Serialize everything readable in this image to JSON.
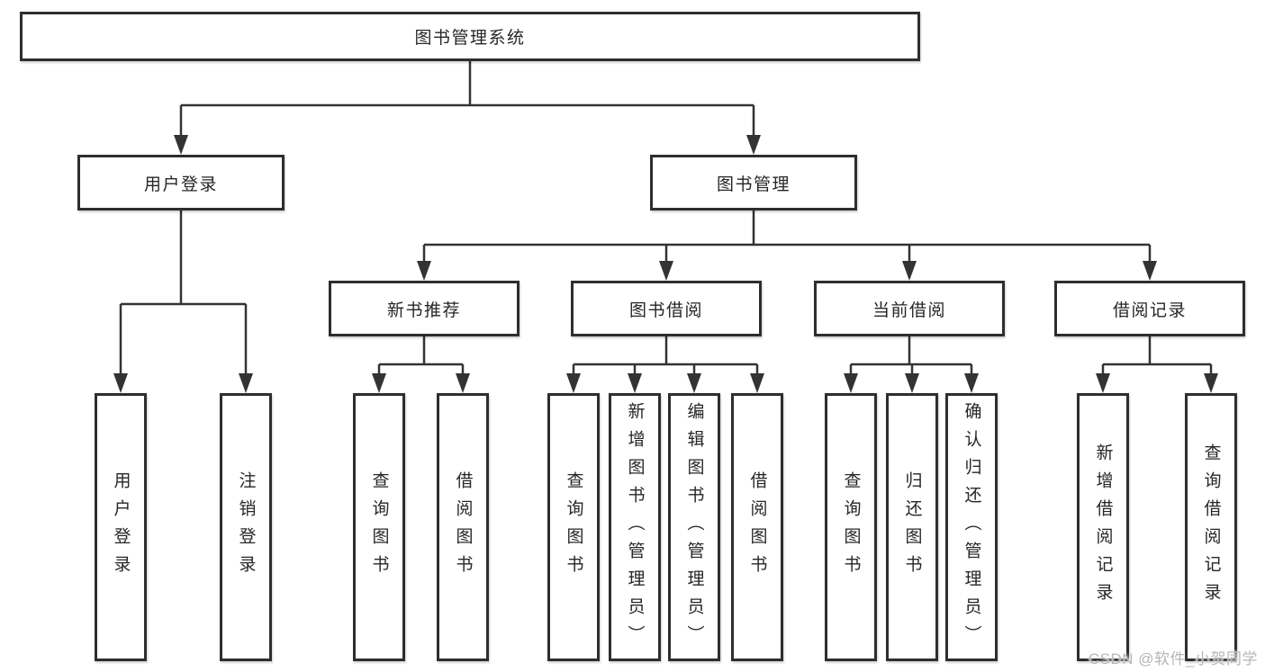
{
  "diagram": {
    "root": "图书管理系统",
    "branches": [
      {
        "label": "用户登录",
        "children": [
          "用户登录",
          "注销登录"
        ]
      },
      {
        "label": "图书管理",
        "sections": [
          {
            "label": "新书推荐",
            "children": [
              "查询图书",
              "借阅图书"
            ]
          },
          {
            "label": "图书借阅",
            "children": [
              "查询图书",
              "新增图书（管理员）",
              "编辑图书（管理员）",
              "借阅图书"
            ]
          },
          {
            "label": "当前借阅",
            "children": [
              "查询图书",
              "归还图书",
              "确认归还（管理员）"
            ]
          },
          {
            "label": "借阅记录",
            "children": [
              "新增借阅记录",
              "查询借阅记录"
            ]
          }
        ]
      }
    ]
  },
  "watermark": "CSDN @软件_小贺同学",
  "colors": {
    "line": "#333333",
    "box_border": "#2e2e2e",
    "text": "#262626",
    "watermark": "#b2b2b2",
    "background": "#ffffff"
  }
}
